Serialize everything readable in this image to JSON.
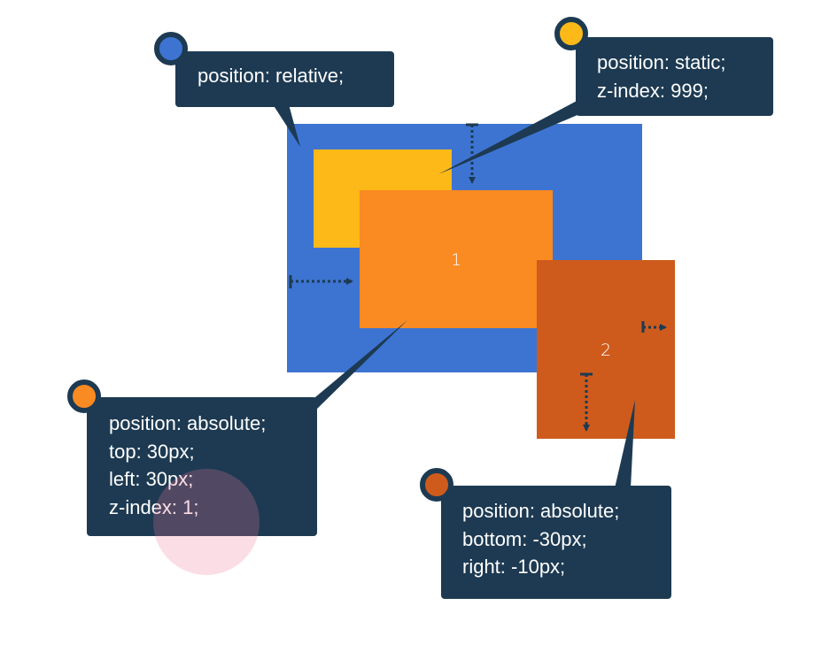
{
  "colors": {
    "blue_parent": "#3d74d1",
    "yellow_static": "#fdb917",
    "orange_absolute": "#fa8a22",
    "rust_absolute": "#ce5b1c",
    "callout_bg": "#1d3a52",
    "text_on_callout": "#ffffff",
    "highlight": "#f4b6c4"
  },
  "boxes": {
    "box1_label": "1",
    "box2_label": "2"
  },
  "callouts": {
    "relative": {
      "lines": [
        "position: relative;"
      ],
      "dot_color": "#3d74d1"
    },
    "static": {
      "lines": [
        "position: static;",
        "z-index: 999;"
      ],
      "dot_color": "#fdb917"
    },
    "absolute1": {
      "lines": [
        "position: absolute;",
        "top: 30px;",
        "left: 30px;",
        "z-index: 1;"
      ],
      "dot_color": "#fa8a22"
    },
    "absolute2": {
      "lines": [
        "position: absolute;",
        "bottom: -30px;",
        "right: -10px;"
      ],
      "dot_color": "#ce5b1c"
    }
  },
  "icons": {
    "offset_arrow": "dotted-arrow-icon",
    "marker": "circle-dot-icon"
  }
}
